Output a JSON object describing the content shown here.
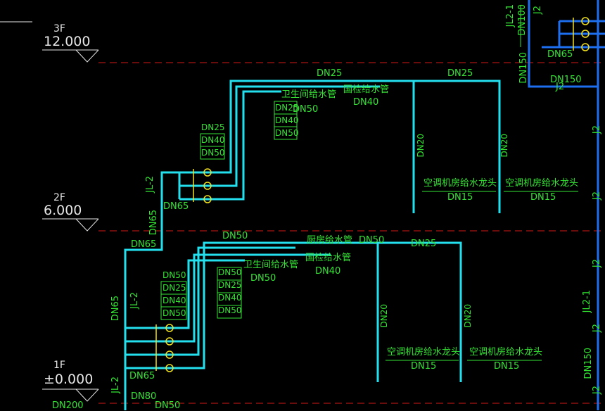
{
  "levels": [
    {
      "name": "3F",
      "elev": "12.000"
    },
    {
      "name": "2F",
      "elev": "6.000"
    },
    {
      "name": "1F",
      "elev": "±0.000"
    }
  ],
  "labels": {
    "dn25": "DN25",
    "dn40": "DN40",
    "dn50": "DN50",
    "dn65": "DN65",
    "dn20": "DN20",
    "dn15": "DN15",
    "dn80": "DN80",
    "dn100": "DN100",
    "dn150": "DN150",
    "dn200": "DN200",
    "toilet": "卫生间给水管",
    "inspect": "国检给水管",
    "kitchen": "厨房给水管",
    "ac_tap": "空调机房给水龙头",
    "jl2": "JL-2",
    "jl21": "JL2-1",
    "j2": "J2"
  },
  "colors": {
    "pipe_cyan": "#24e0ee",
    "pipe_blue": "#1e6ef0",
    "text_green": "#33e433",
    "level_line": "#d01818",
    "valve_yellow": "#f0e020"
  }
}
